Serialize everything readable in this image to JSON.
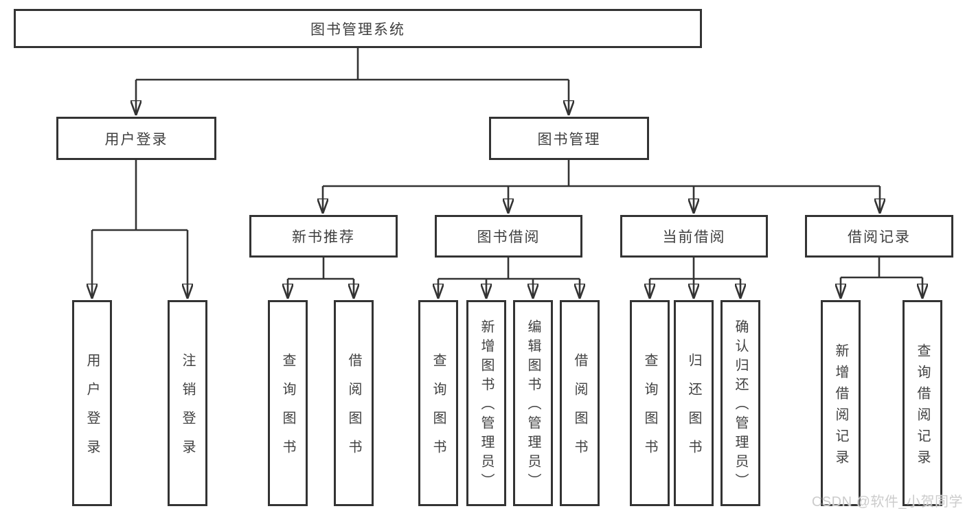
{
  "diagram": {
    "root": "图书管理系统",
    "branches": [
      {
        "label": "用户登录",
        "children": [
          {
            "label": "用户登录"
          },
          {
            "label": "注销登录"
          }
        ]
      },
      {
        "label": "图书管理",
        "sections": [
          {
            "label": "新书推荐",
            "children": [
              {
                "label": "查询图书"
              },
              {
                "label": "借阅图书"
              }
            ]
          },
          {
            "label": "图书借阅",
            "children": [
              {
                "label": "查询图书"
              },
              {
                "label": "新增图书（管理员）"
              },
              {
                "label": "编辑图书（管理员）"
              },
              {
                "label": "借阅图书"
              }
            ]
          },
          {
            "label": "当前借阅",
            "children": [
              {
                "label": "查询图书"
              },
              {
                "label": "归还图书"
              },
              {
                "label": "确认归还（管理员）"
              }
            ]
          },
          {
            "label": "借阅记录",
            "children": [
              {
                "label": "新增借阅记录"
              },
              {
                "label": "查询借阅记录"
              }
            ]
          }
        ]
      }
    ]
  },
  "watermark": "CSDN @软件_小贺同学",
  "colors": {
    "line": "#333333",
    "box_border": "#333333",
    "text": "#414141",
    "background": "#ffffff",
    "watermark": "#cccccc"
  }
}
